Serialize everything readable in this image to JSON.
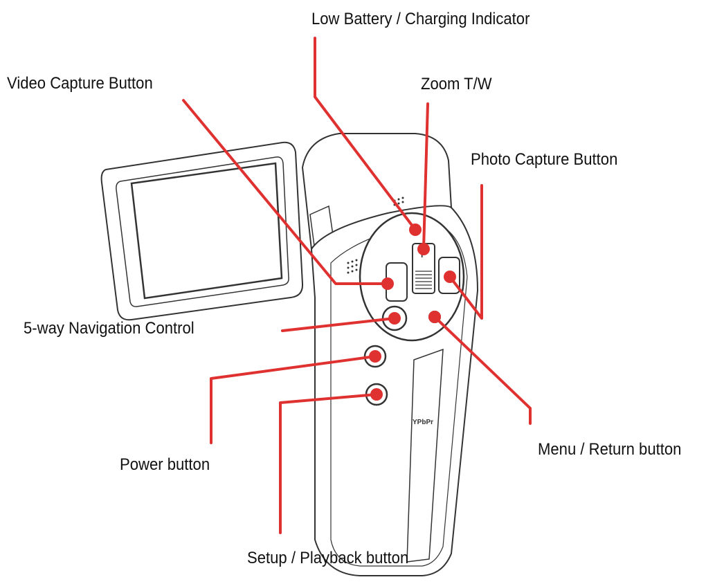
{
  "labels": {
    "low_battery": "Low Battery / Charging Indicator",
    "video_capture": "Video Capture Button",
    "zoom": "Zoom T/W",
    "photo_capture": "Photo Capture Button",
    "nav_control": "5-way Navigation Control",
    "power": "Power button",
    "menu_return": "Menu / Return button",
    "setup_playback": "Setup / Playback button"
  },
  "device": {
    "port_label_ypbpr": "YPbPr",
    "zoom_letter": "T"
  },
  "colors": {
    "callout": "#e03131",
    "outline": "#333333",
    "text": "#111111"
  }
}
